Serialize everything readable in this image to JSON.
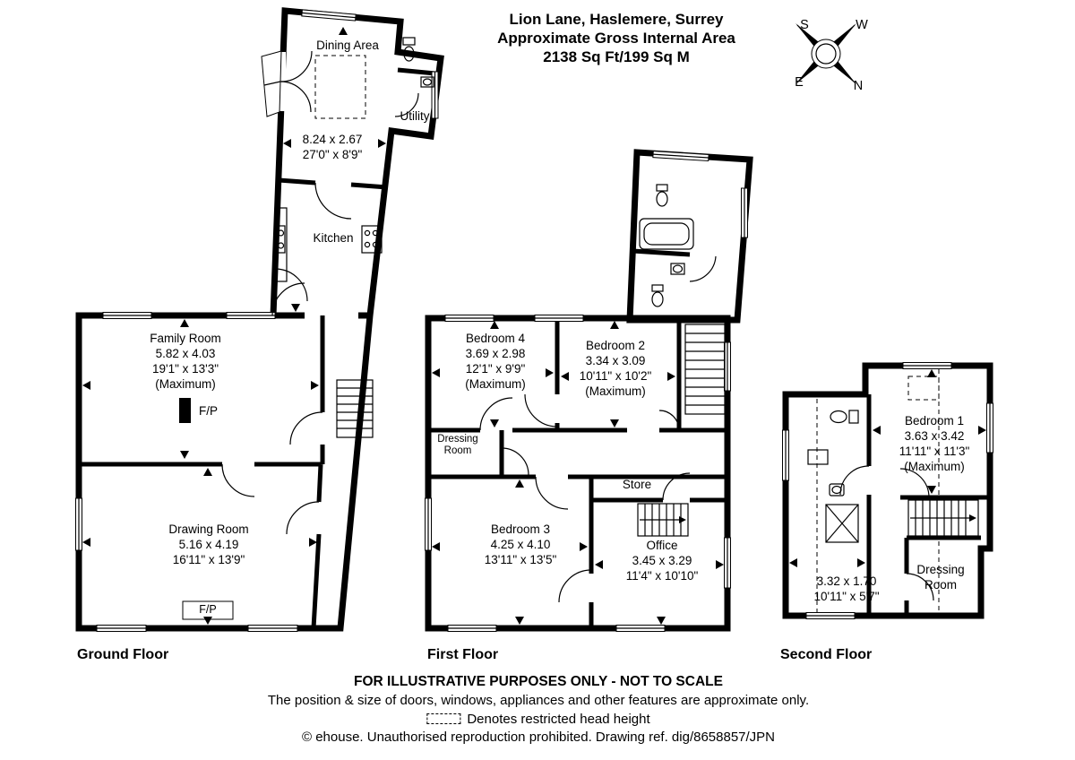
{
  "header": {
    "title": "Lion Lane, Haslemere, Surrey",
    "subtitle": "Approximate Gross Internal Area",
    "area": "2138 Sq Ft/199 Sq M"
  },
  "compass": {
    "top_left": "S",
    "top_right": "W",
    "bottom_left": "E",
    "bottom_right": "N"
  },
  "ground": {
    "label": "Ground Floor",
    "dining": {
      "name": "Dining Area",
      "metric": "8.24 x 2.67",
      "imperial": "27'0\" x 8'9\""
    },
    "utility": {
      "name": "Utility"
    },
    "kitchen": {
      "name": "Kitchen"
    },
    "family": {
      "name": "Family Room",
      "metric": "5.82 x 4.03",
      "imperial": "19'1\" x 13'3\"",
      "note": "(Maximum)"
    },
    "drawing": {
      "name": "Drawing Room",
      "metric": "5.16 x 4.19",
      "imperial": "16'11\" x 13'9\""
    },
    "fireplace": "F/P"
  },
  "first": {
    "label": "First Floor",
    "bedroom4": {
      "name": "Bedroom 4",
      "metric": "3.69 x 2.98",
      "imperial": "12'1\" x 9'9\"",
      "note": "(Maximum)"
    },
    "bedroom2": {
      "name": "Bedroom 2",
      "metric": "3.34 x 3.09",
      "imperial": "10'11\" x 10'2\"",
      "note": "(Maximum)"
    },
    "dressing": {
      "name": "Dressing Room"
    },
    "store": {
      "name": "Store"
    },
    "bedroom3": {
      "name": "Bedroom 3",
      "metric": "4.25 x 4.10",
      "imperial": "13'11\" x 13'5\""
    },
    "office": {
      "name": "Office",
      "metric": "3.45 x 3.29",
      "imperial": "11'4\" x 10'10\""
    }
  },
  "second": {
    "label": "Second Floor",
    "bedroom1": {
      "name": "Bedroom 1",
      "metric": "3.63 x 3.42",
      "imperial": "11'11\" x 11'3\"",
      "note": "(Maximum)"
    },
    "left_area": {
      "metric": "3.32 x 1.70",
      "imperial": "10'11\" x 5'7\""
    },
    "dressing": {
      "name": "Dressing Room"
    }
  },
  "footer": {
    "line1": "FOR ILLUSTRATIVE PURPOSES ONLY - NOT TO SCALE",
    "line2": "The position & size of doors, windows, appliances and other features are approximate only.",
    "restricted": "Denotes restricted head height",
    "copyright": "© ehouse. Unauthorised reproduction prohibited. Drawing ref. dig/8658857/JPN"
  }
}
